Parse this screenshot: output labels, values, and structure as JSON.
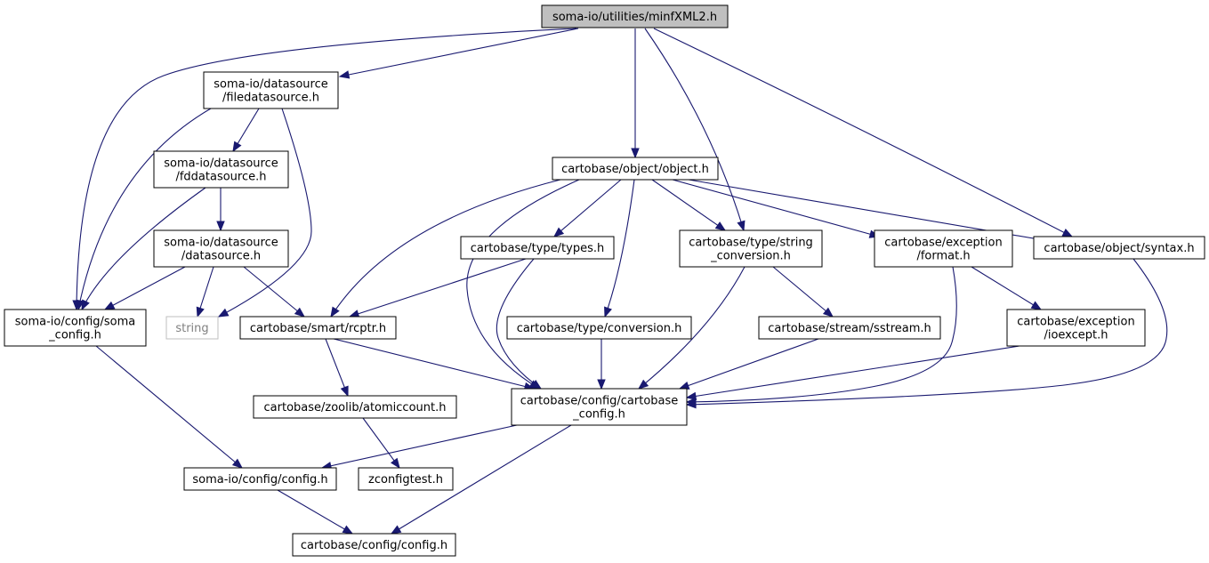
{
  "graph": {
    "edge_color": "#191970",
    "root_fill": "#bfbfbf",
    "external_color": "#bfbfbf",
    "nodes": [
      {
        "id": "root",
        "lines": [
          "soma-io/utilities/minfXML2.h"
        ],
        "kind": "root"
      },
      {
        "id": "filedatasource",
        "lines": [
          "soma-io/datasource",
          "/filedatasource.h"
        ]
      },
      {
        "id": "fddatasource",
        "lines": [
          "soma-io/datasource",
          "/fddatasource.h"
        ]
      },
      {
        "id": "datasource",
        "lines": [
          "soma-io/datasource",
          "/datasource.h"
        ]
      },
      {
        "id": "soma_config",
        "lines": [
          "soma-io/config/soma",
          "_config.h"
        ]
      },
      {
        "id": "string",
        "lines": [
          "string"
        ],
        "kind": "external"
      },
      {
        "id": "object",
        "lines": [
          "cartobase/object/object.h"
        ]
      },
      {
        "id": "types",
        "lines": [
          "cartobase/type/types.h"
        ]
      },
      {
        "id": "string_conversion",
        "lines": [
          "cartobase/type/string",
          "_conversion.h"
        ]
      },
      {
        "id": "format",
        "lines": [
          "cartobase/exception",
          "/format.h"
        ]
      },
      {
        "id": "syntax",
        "lines": [
          "cartobase/object/syntax.h"
        ]
      },
      {
        "id": "rcptr",
        "lines": [
          "cartobase/smart/rcptr.h"
        ]
      },
      {
        "id": "conversion",
        "lines": [
          "cartobase/type/conversion.h"
        ]
      },
      {
        "id": "sstream",
        "lines": [
          "cartobase/stream/sstream.h"
        ]
      },
      {
        "id": "ioexcept",
        "lines": [
          "cartobase/exception",
          "/ioexcept.h"
        ]
      },
      {
        "id": "atomiccount",
        "lines": [
          "cartobase/zoolib/atomiccount.h"
        ]
      },
      {
        "id": "cartobase_config",
        "lines": [
          "cartobase/config/cartobase",
          "_config.h"
        ]
      },
      {
        "id": "somaio_config",
        "lines": [
          "soma-io/config/config.h"
        ]
      },
      {
        "id": "zconfigtest",
        "lines": [
          "zconfigtest.h"
        ]
      },
      {
        "id": "cartobase_cfg",
        "lines": [
          "cartobase/config/config.h"
        ]
      }
    ],
    "edges": [
      {
        "from": "root",
        "to": "soma_config"
      },
      {
        "from": "root",
        "to": "filedatasource"
      },
      {
        "from": "root",
        "to": "object"
      },
      {
        "from": "root",
        "to": "string_conversion"
      },
      {
        "from": "root",
        "to": "syntax"
      },
      {
        "from": "filedatasource",
        "to": "soma_config"
      },
      {
        "from": "filedatasource",
        "to": "fddatasource"
      },
      {
        "from": "filedatasource",
        "to": "string"
      },
      {
        "from": "fddatasource",
        "to": "soma_config"
      },
      {
        "from": "fddatasource",
        "to": "datasource"
      },
      {
        "from": "datasource",
        "to": "soma_config"
      },
      {
        "from": "datasource",
        "to": "string"
      },
      {
        "from": "datasource",
        "to": "rcptr"
      },
      {
        "from": "soma_config",
        "to": "somaio_config"
      },
      {
        "from": "object",
        "to": "rcptr"
      },
      {
        "from": "object",
        "to": "cartobase_config"
      },
      {
        "from": "object",
        "to": "types"
      },
      {
        "from": "object",
        "to": "conversion"
      },
      {
        "from": "object",
        "to": "string_conversion"
      },
      {
        "from": "object",
        "to": "format"
      },
      {
        "from": "object",
        "to": "syntax"
      },
      {
        "from": "types",
        "to": "rcptr"
      },
      {
        "from": "types",
        "to": "cartobase_config"
      },
      {
        "from": "string_conversion",
        "to": "cartobase_config"
      },
      {
        "from": "string_conversion",
        "to": "sstream"
      },
      {
        "from": "format",
        "to": "cartobase_config"
      },
      {
        "from": "format",
        "to": "ioexcept"
      },
      {
        "from": "syntax",
        "to": "cartobase_config"
      },
      {
        "from": "rcptr",
        "to": "atomiccount"
      },
      {
        "from": "rcptr",
        "to": "cartobase_config"
      },
      {
        "from": "conversion",
        "to": "cartobase_config"
      },
      {
        "from": "sstream",
        "to": "cartobase_config"
      },
      {
        "from": "ioexcept",
        "to": "cartobase_config"
      },
      {
        "from": "atomiccount",
        "to": "zconfigtest"
      },
      {
        "from": "cartobase_config",
        "to": "somaio_config"
      },
      {
        "from": "cartobase_config",
        "to": "cartobase_cfg"
      },
      {
        "from": "somaio_config",
        "to": "cartobase_cfg"
      }
    ]
  }
}
